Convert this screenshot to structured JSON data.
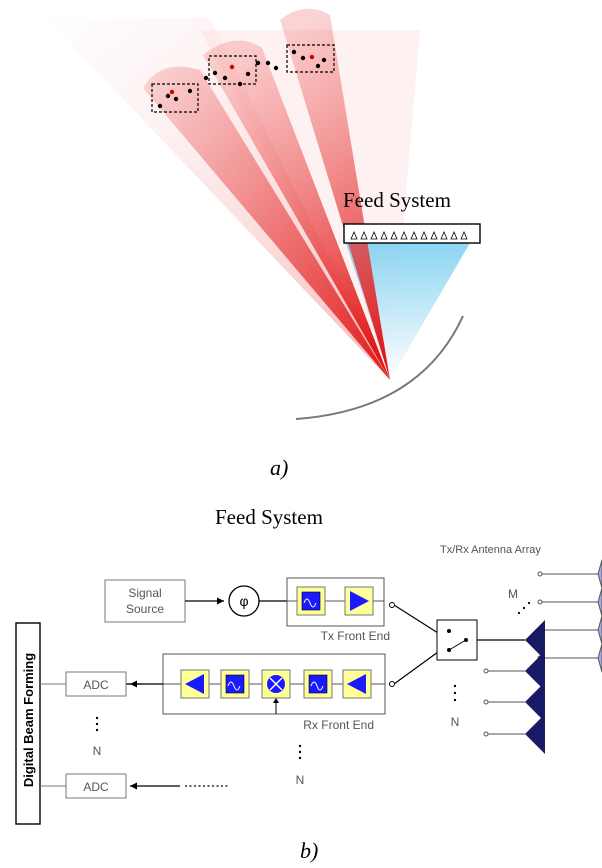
{
  "panel_a": {
    "feed_system_label": "Feed System",
    "caption": "a)"
  },
  "panel_b": {
    "title": "Feed System",
    "caption": "b)",
    "signal_source": "Signal\nSource",
    "phase_symbol": "φ",
    "tx_front_end": "Tx Front End",
    "rx_front_end": "Rx Front End",
    "antenna_array": "Tx/Rx Antenna Array",
    "adc_label": "ADC",
    "dbf_label": "Digital Beam Forming",
    "m_label": "M",
    "n_label": "N"
  },
  "colors": {
    "beam_red": "#e02020",
    "beam_blue": "#7fd0f0",
    "component_fill": "#ffff99",
    "component_blue": "#1a1aff",
    "antenna_light": "#a9a9f0",
    "antenna_dark": "#1a1a66"
  }
}
